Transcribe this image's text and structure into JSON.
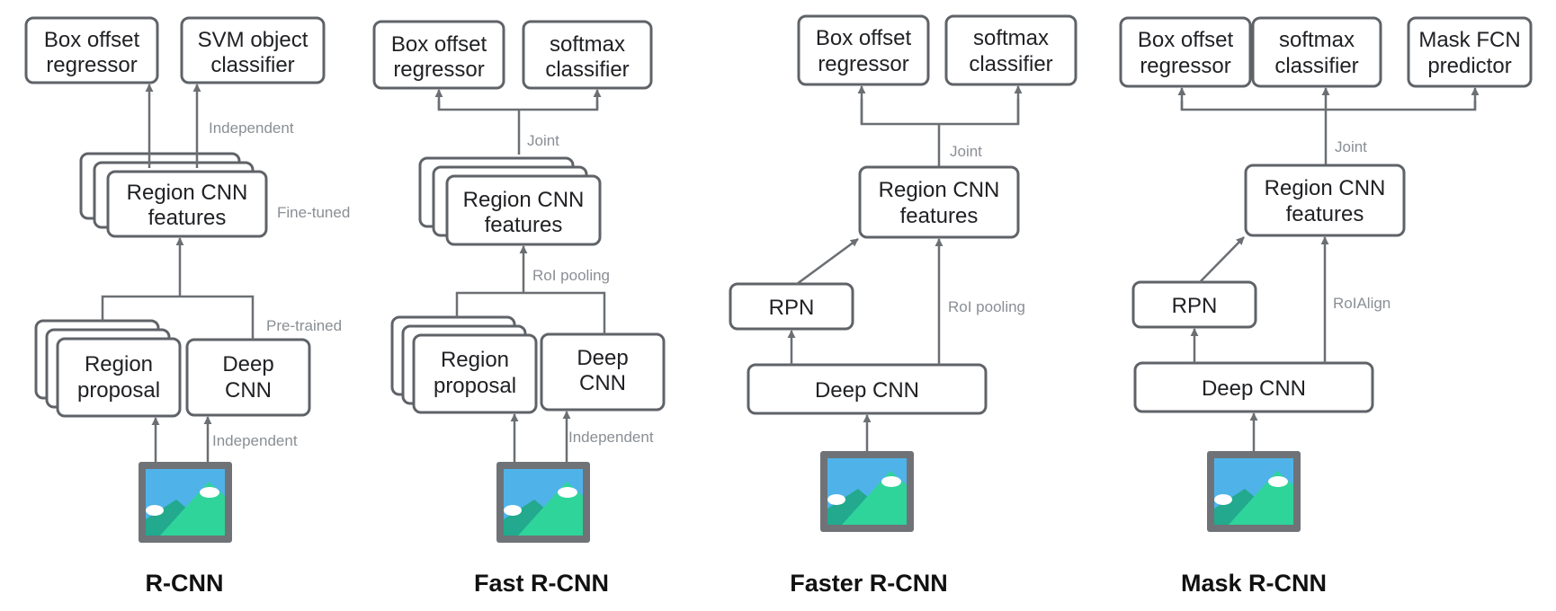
{
  "diagrams": {
    "rcnn": {
      "title": "R-CNN",
      "box_offset": [
        "Box offset",
        "regressor"
      ],
      "svm_classifier": [
        "SVM object",
        "classifier"
      ],
      "region_features": [
        "Region CNN",
        "features"
      ],
      "region_proposal": [
        "Region",
        "proposal"
      ],
      "deep_cnn": [
        "Deep",
        "CNN"
      ],
      "label_independent_top": "Independent",
      "label_finetuned": "Fine-tuned",
      "label_pretrained": "Pre-trained",
      "label_independent_bottom": "Independent"
    },
    "fast_rcnn": {
      "title": "Fast R-CNN",
      "box_offset": [
        "Box offset",
        "regressor"
      ],
      "softmax": [
        "softmax",
        "classifier"
      ],
      "region_features": [
        "Region CNN",
        "features"
      ],
      "region_proposal": [
        "Region",
        "proposal"
      ],
      "deep_cnn": [
        "Deep",
        "CNN"
      ],
      "label_joint": "Joint",
      "label_roi_pooling": "RoI pooling",
      "label_independent": "Independent"
    },
    "faster_rcnn": {
      "title": "Faster R-CNN",
      "box_offset": [
        "Box offset",
        "regressor"
      ],
      "softmax": [
        "softmax",
        "classifier"
      ],
      "region_features": [
        "Region CNN",
        "features"
      ],
      "rpn": "RPN",
      "deep_cnn": "Deep CNN",
      "label_joint": "Joint",
      "label_roi_pooling": "RoI pooling"
    },
    "mask_rcnn": {
      "title": "Mask R-CNN",
      "box_offset": [
        "Box offset",
        "regressor"
      ],
      "softmax": [
        "softmax",
        "classifier"
      ],
      "mask_fcn": [
        "Mask FCN",
        "predictor"
      ],
      "region_features": [
        "Region CNN",
        "features"
      ],
      "rpn": "RPN",
      "deep_cnn": "Deep CNN",
      "label_joint": "Joint",
      "label_roialign": "RoIAlign"
    }
  },
  "colors": {
    "box_border": "#5f6368",
    "arrow": "#6b6f73",
    "note_text": "#8a8f94",
    "sky": "#4fb3ea",
    "mountain_back": "#22a98e",
    "mountain_front": "#2fd49a",
    "cloud": "#ffffff",
    "frame": "#6f7377"
  },
  "icons": {
    "input_image": "image-icon"
  }
}
